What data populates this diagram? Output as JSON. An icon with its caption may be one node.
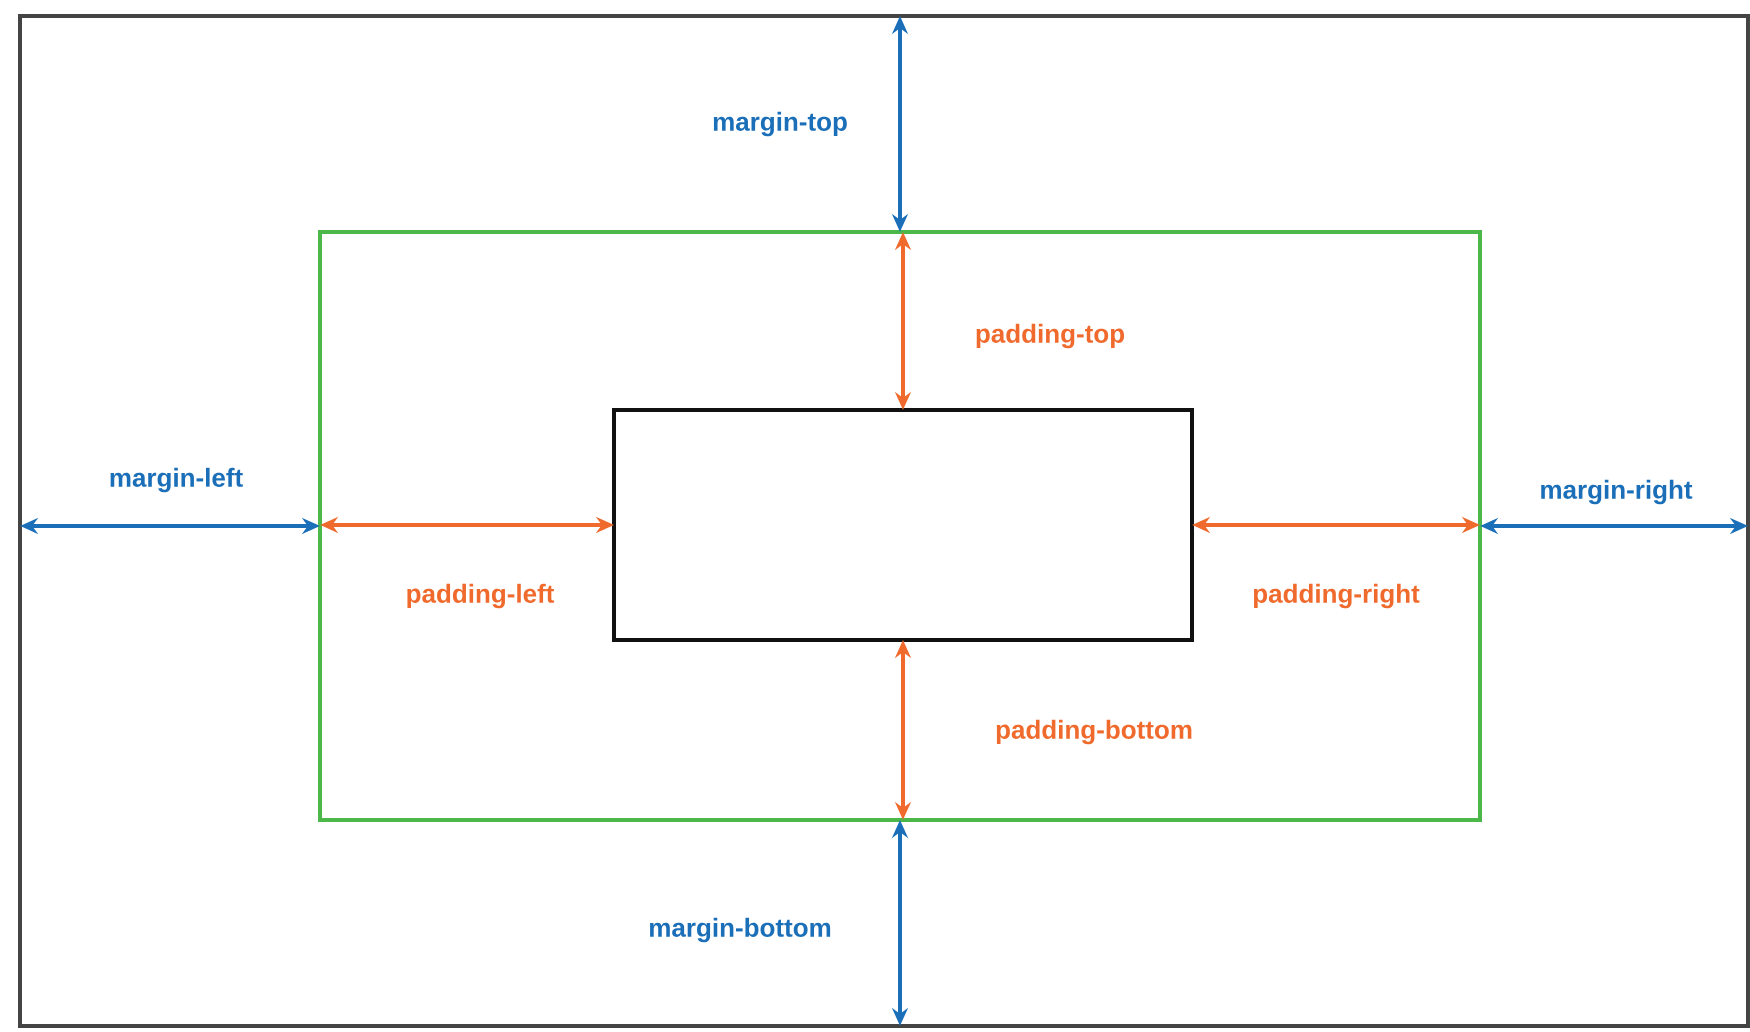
{
  "diagram": {
    "nodes": [
      {
        "text": [],
        "shape": "box"
      },
      {
        "text": [],
        "shape": "box",
        "in": 0
      },
      {
        "text": [],
        "shape": "box",
        "in": 1
      }
    ],
    "edges": [
      {
        "from": 0,
        "to": 1,
        "arrow": "both",
        "label": "margin-top",
        "color": "#1b6fb8"
      },
      {
        "from": 1,
        "to": 2,
        "arrow": "both",
        "label": "padding-top",
        "color": "#ef6a2c"
      },
      {
        "from": 0,
        "to": 1,
        "arrow": "both",
        "label": "margin-left",
        "color": "#1b6fb8"
      },
      {
        "from": 1,
        "to": 2,
        "arrow": "both",
        "label": "padding-left",
        "color": "#ef6a2c"
      },
      {
        "from": 2,
        "to": 1,
        "arrow": "both",
        "label": "padding-right",
        "color": "#ef6a2c"
      },
      {
        "from": 1,
        "to": 0,
        "arrow": "both",
        "label": "margin-right",
        "color": "#1b6fb8"
      },
      {
        "from": 2,
        "to": 1,
        "arrow": "both",
        "label": "padding-bottom",
        "color": "#ef6a2c"
      },
      {
        "from": 1,
        "to": 0,
        "arrow": "both",
        "label": "margin-bottom",
        "color": "#1b6fb8"
      }
    ]
  }
}
